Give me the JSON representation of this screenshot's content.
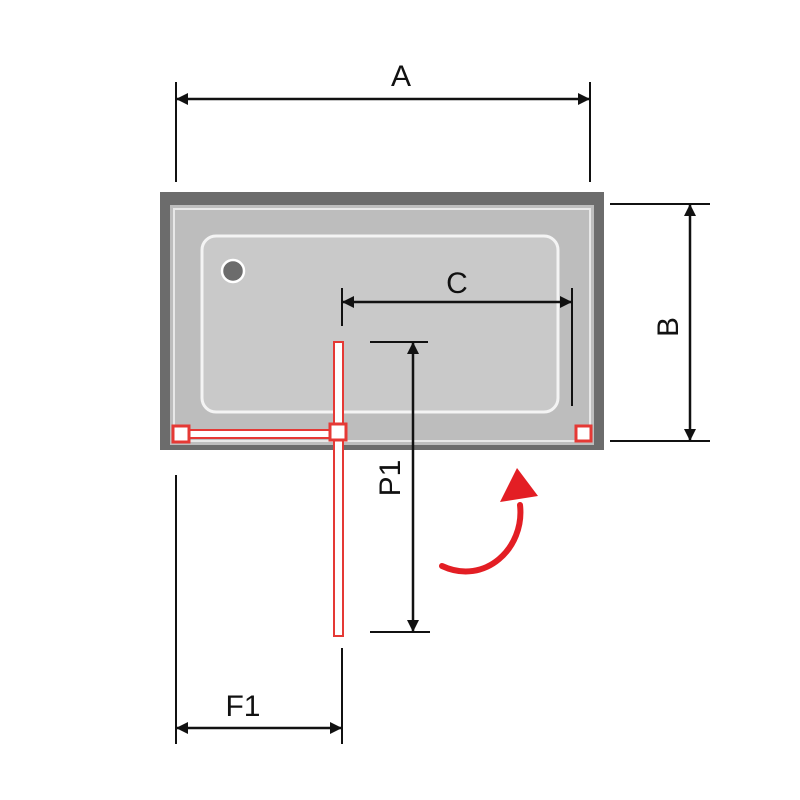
{
  "labels": {
    "width": "A",
    "depth": "B",
    "inner": "C",
    "panel_fixed": "F1",
    "panel_pivot": "P1"
  },
  "colors": {
    "frame": "#6c6c6c",
    "tub": "#bdbdbd",
    "basin": "#c9c9c9",
    "glass": "#e53935",
    "dimension": "#111111",
    "arrow": "#e31e24"
  },
  "icons": {
    "drain": "drain-icon",
    "swing": "swing-arrow-icon"
  }
}
